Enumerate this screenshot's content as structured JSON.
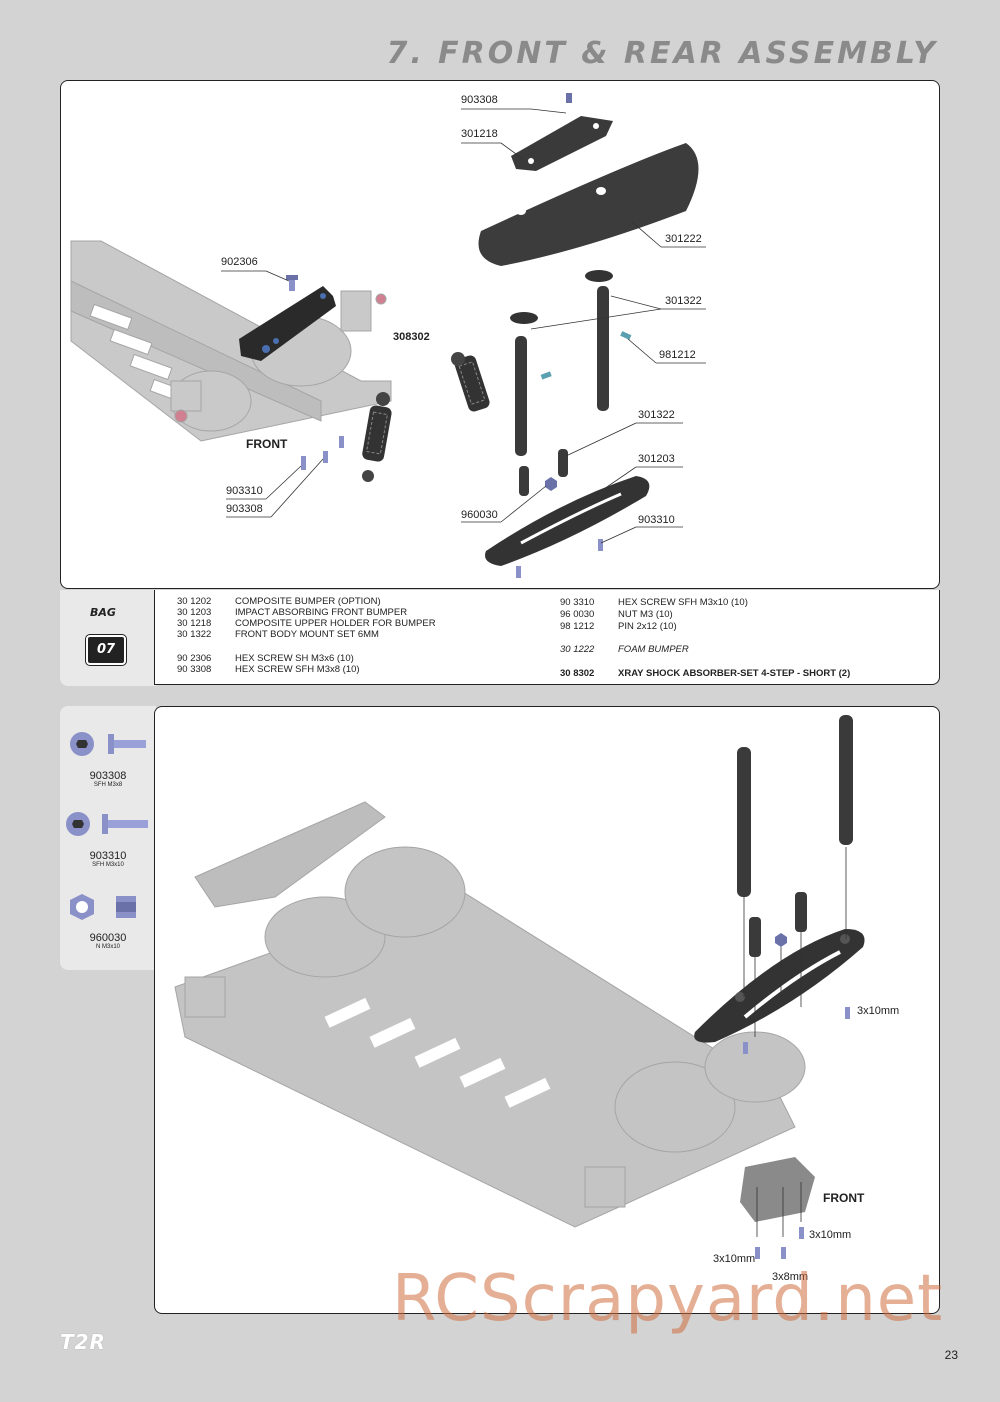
{
  "page": {
    "title": "7. FRONT & REAR ASSEMBLY",
    "page_number": "23",
    "logo": "T2R",
    "watermark": "RCScrapyard.net"
  },
  "diagram1": {
    "labels": {
      "l903308_top": "903308",
      "l301218": "301218",
      "l301222": "301222",
      "l902306": "902306",
      "l301322_a": "301322",
      "l981212": "981212",
      "l308302": "308302",
      "l301322_b": "301322",
      "l301203": "301203",
      "l903310_left": "903310",
      "l903308_left": "903308",
      "l960030": "960030",
      "l903310_right": "903310"
    },
    "front_mark": "FRONT"
  },
  "bag": {
    "label": "BAG",
    "number": "07"
  },
  "parts_left": [
    {
      "code": "30 1202",
      "desc": "COMPOSITE BUMPER (OPTION)"
    },
    {
      "code": "30 1203",
      "desc": "IMPACT ABSORBING FRONT BUMPER"
    },
    {
      "code": "30 1218",
      "desc": "COMPOSITE UPPER HOLDER FOR BUMPER"
    },
    {
      "code": "30 1322",
      "desc": "FRONT BODY MOUNT SET 6MM"
    },
    {
      "code": "90 2306",
      "desc": "HEX SCREW SH M3x6  (10)"
    },
    {
      "code": "90 3308",
      "desc": "HEX SCREW SFH M3x8  (10)"
    }
  ],
  "parts_right": [
    {
      "code": "90 3310",
      "desc": "HEX SCREW SFH M3x10  (10)"
    },
    {
      "code": "96 0030",
      "desc": "NUT M3  (10)"
    },
    {
      "code": "98 1212",
      "desc": "PIN 2x12  (10)"
    },
    {
      "code": "30 1222",
      "desc": "FOAM BUMPER"
    },
    {
      "code": "30 8302",
      "desc": "XRAY SHOCK ABSORBER-SET 4-STEP - SHORT (2)"
    }
  ],
  "hardware": [
    {
      "code": "903308",
      "size": "SFH M3x8"
    },
    {
      "code": "903310",
      "size": "SFH M3x10"
    },
    {
      "code": "960030",
      "size": "N M3x10"
    }
  ],
  "diagram2": {
    "labels": {
      "s3x10_right": "3x10mm",
      "s3x10_mid": "3x10mm",
      "s3x10_left": "3x10mm",
      "s3x8": "3x8mm"
    },
    "front_mark": "FRONT"
  },
  "colors": {
    "background": "#d3d3d3",
    "panel": "#ffffff",
    "ink": "#222222",
    "screw": "#8a90c8",
    "chassis": "#b8b8b8"
  }
}
